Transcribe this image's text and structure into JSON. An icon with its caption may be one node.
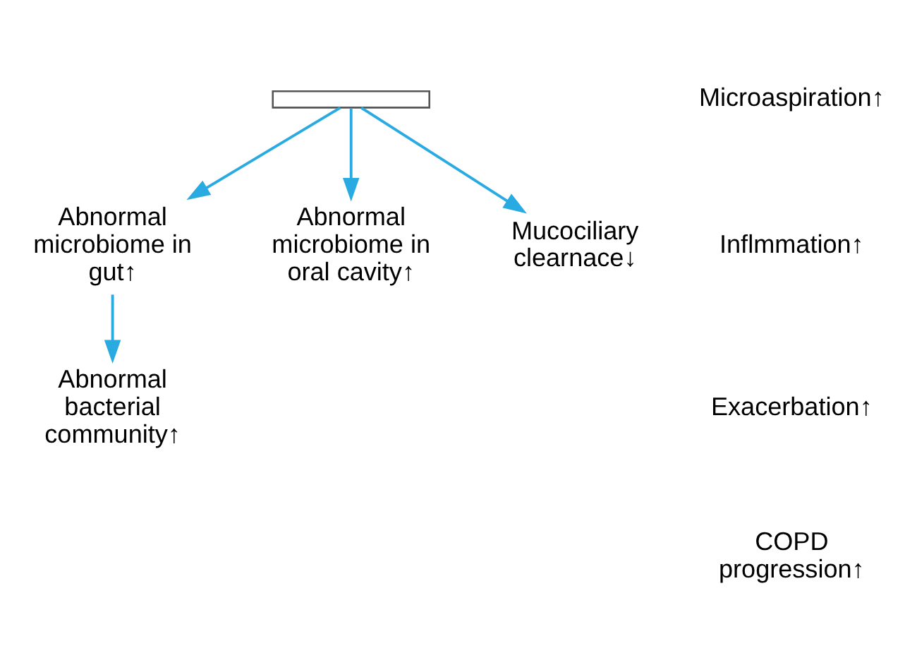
{
  "diagram": {
    "nodes": [
      {
        "text": [],
        "shape": "box"
      },
      {
        "text": [
          "Abnormal microbiome in gut↑"
        ]
      },
      {
        "text": [
          "Abnormal microbiome in oral cavity↑"
        ]
      },
      {
        "text": [
          "Mucociliary clearnace↓"
        ]
      },
      {
        "text": [
          "Abnormal bacterial community↑"
        ]
      },
      {
        "text": [
          "Microaspiration↑"
        ]
      },
      {
        "text": [
          "Inflmmation↑"
        ]
      },
      {
        "text": [
          "Exacerbation↑"
        ]
      },
      {
        "text": [
          "COPD progression↑"
        ]
      }
    ],
    "edges": [
      {
        "from": 0,
        "to": 1,
        "arrow": "to",
        "color": "#29abe2"
      },
      {
        "from": 0,
        "to": 2,
        "arrow": "to",
        "color": "#29abe2"
      },
      {
        "from": 0,
        "to": 3,
        "arrow": "to",
        "color": "#29abe2"
      },
      {
        "from": 1,
        "to": 4,
        "arrow": "to",
        "color": "#29abe2"
      }
    ]
  }
}
